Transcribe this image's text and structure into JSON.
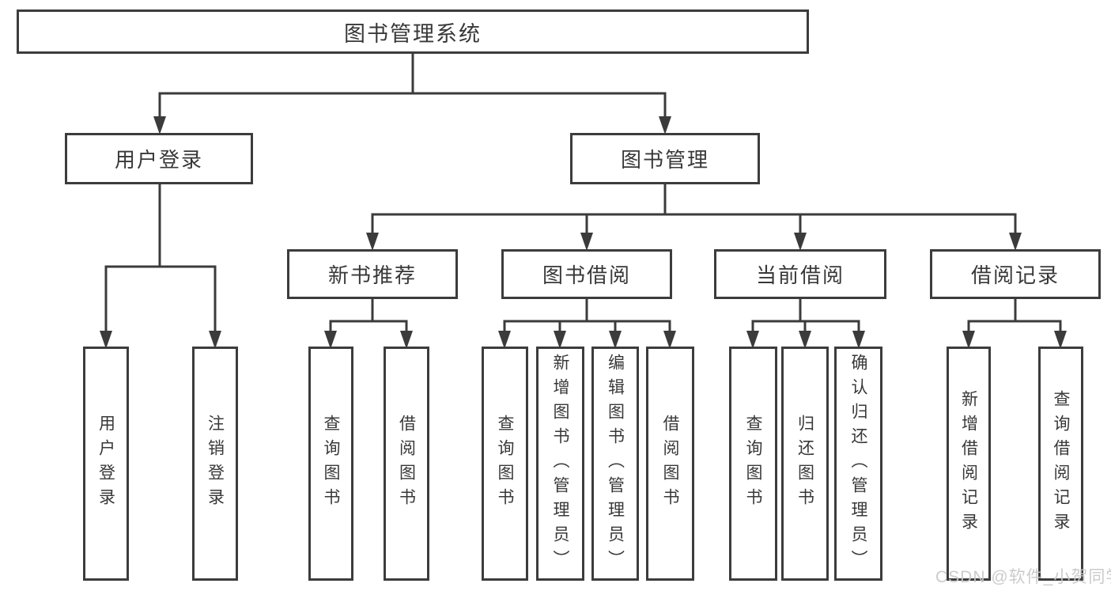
{
  "tree": {
    "root": {
      "label": "图书管理系统"
    },
    "branches": [
      {
        "label": "用户登录",
        "children": [
          {
            "label": "用户登录"
          },
          {
            "label": "注销登录"
          }
        ]
      },
      {
        "label": "图书管理",
        "children": [
          {
            "label": "新书推荐",
            "children": [
              {
                "label": "查询图书"
              },
              {
                "label": "借阅图书"
              }
            ]
          },
          {
            "label": "图书借阅",
            "children": [
              {
                "label": "查询图书"
              },
              {
                "label": "新增图书（管理员）"
              },
              {
                "label": "编辑图书（管理员）"
              },
              {
                "label": "借阅图书"
              }
            ]
          },
          {
            "label": "当前借阅",
            "children": [
              {
                "label": "查询图书"
              },
              {
                "label": "归还图书"
              },
              {
                "label": "确认归还（管理员）"
              }
            ]
          },
          {
            "label": "借阅记录",
            "children": [
              {
                "label": "新增借阅记录"
              },
              {
                "label": "查询借阅记录"
              }
            ]
          }
        ]
      }
    ]
  },
  "watermark": {
    "text": "CSDN @软件_小贺同学"
  },
  "colors": {
    "line": "#3b3b3b",
    "text": "#383838",
    "watermark": "#c9c9c9",
    "background": "#ffffff"
  }
}
